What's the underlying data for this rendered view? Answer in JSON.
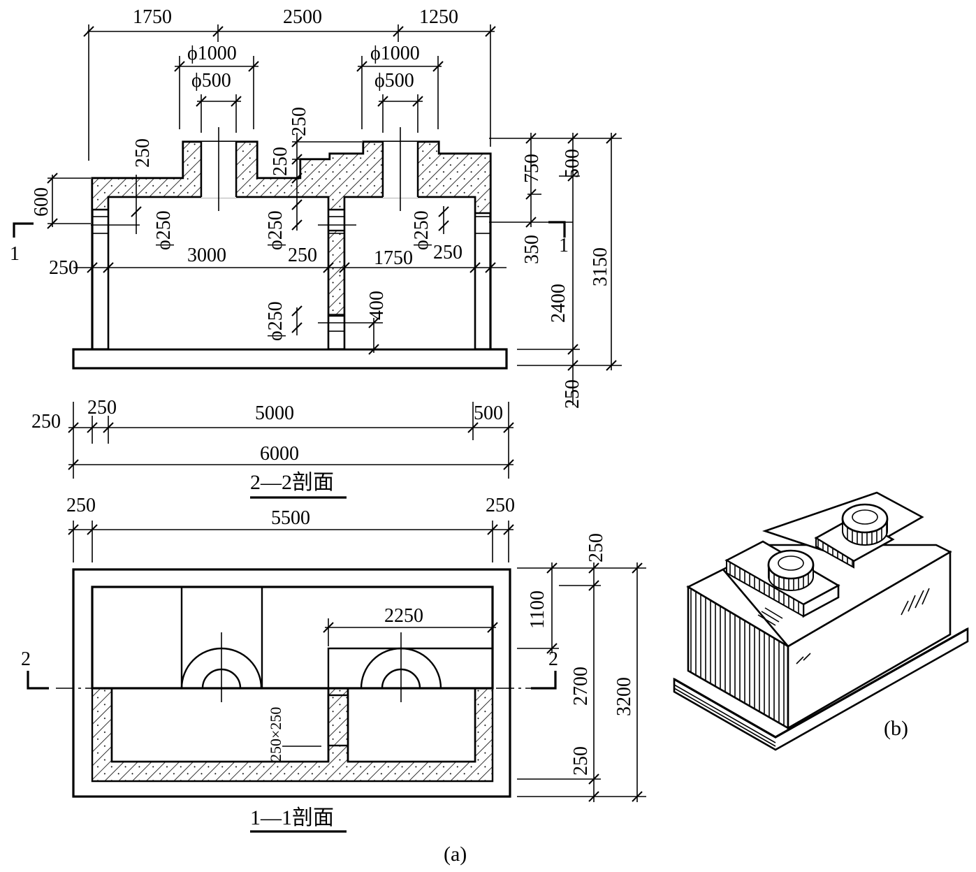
{
  "section_2_2": {
    "title": "2—2剖面",
    "top_dims": [
      "1750",
      "2500",
      "1250"
    ],
    "pipe_outer": [
      "ϕ1000",
      "ϕ1000"
    ],
    "pipe_inner": [
      "ϕ500",
      "ϕ500"
    ],
    "left_dims": [
      "600",
      "250"
    ],
    "mid_labels": [
      "ϕ250",
      "ϕ250",
      "ϕ250",
      "ϕ250"
    ],
    "vert_250": [
      "250",
      "250",
      "250"
    ],
    "chamber_widths": [
      "250",
      "3000",
      "250",
      "1750",
      "250"
    ],
    "small_400": "400",
    "right_dims": [
      "500",
      "750",
      "350",
      "2400",
      "3150",
      "250"
    ],
    "bottom_dims": [
      "250",
      "250",
      "5000",
      "500",
      "6000"
    ],
    "cut_label": "1"
  },
  "section_1_1": {
    "title": "1—1剖面",
    "top_dims": [
      "250",
      "5500",
      "250"
    ],
    "inner_2250": "2250",
    "opening": "250×250",
    "right_dims": [
      "250",
      "1100",
      "2700",
      "3200",
      "250"
    ],
    "cut_label": "2"
  },
  "captions": {
    "a": "(a)",
    "b": "(b)"
  }
}
